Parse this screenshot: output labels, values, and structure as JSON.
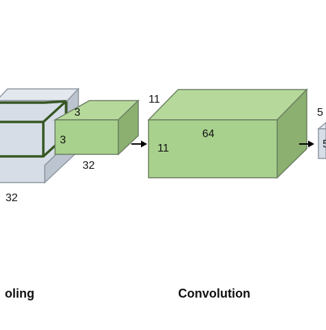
{
  "colors": {
    "gray_front": "#d6dde7",
    "gray_top": "#e3e7ee",
    "gray_side": "#bcc4cf",
    "gray_stroke": "#8e96a1",
    "green_front": "#a8d18d",
    "green_top": "#b6d99b",
    "green_side": "#8bb070",
    "green_stroke": "#6b7f62",
    "kernel_stroke": "#375623",
    "arrow": "#000000"
  },
  "input_volume": {
    "width_label": "32"
  },
  "pooled_volume": {
    "top_label": "3",
    "front_label": "3",
    "bottom_label": "32"
  },
  "conv_volume": {
    "depth_label_outside": "11",
    "top_label": "64",
    "front_label": "11"
  },
  "next_volume": {
    "outside_label": "5",
    "front_label_partial": "5"
  },
  "captions": {
    "pooling_partial": "oling",
    "convolution": "Convolution"
  }
}
